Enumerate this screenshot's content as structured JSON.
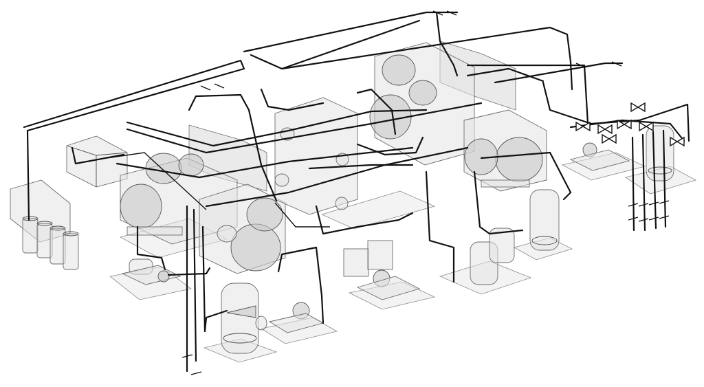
{
  "scene": {
    "view": "isometric",
    "style": "translucent-equipment-with-black-piping",
    "palette": {
      "background": "#ffffff",
      "piping": "#111111",
      "equipment_fill": "#e4e4e4",
      "equipment_stroke": "#6a6a6a"
    }
  },
  "components": [
    {
      "kind": "chiller",
      "icon": "chiller-icon"
    },
    {
      "kind": "chiller",
      "icon": "chiller-icon"
    },
    {
      "kind": "chiller",
      "icon": "chiller-icon"
    },
    {
      "kind": "cooling-tower-cell",
      "icon": "cooling-tower-icon"
    },
    {
      "kind": "cooling-tower-cell",
      "icon": "cooling-tower-icon"
    },
    {
      "kind": "vertical-tank",
      "icon": "tank-icon"
    },
    {
      "kind": "vertical-tank",
      "icon": "tank-icon"
    },
    {
      "kind": "vertical-tank",
      "icon": "tank-icon"
    },
    {
      "kind": "pump-skid",
      "icon": "pump-icon"
    },
    {
      "kind": "pump-skid",
      "icon": "pump-icon"
    },
    {
      "kind": "pump-skid",
      "icon": "pump-icon"
    },
    {
      "kind": "pump-skid",
      "icon": "pump-icon"
    },
    {
      "kind": "control-panel",
      "icon": "control-panel-icon"
    },
    {
      "kind": "control-panel",
      "icon": "control-panel-icon"
    },
    {
      "kind": "chemical-feed-tanks",
      "icon": "tank-icon"
    },
    {
      "kind": "valve-manifold",
      "icon": "valve-icon"
    }
  ]
}
